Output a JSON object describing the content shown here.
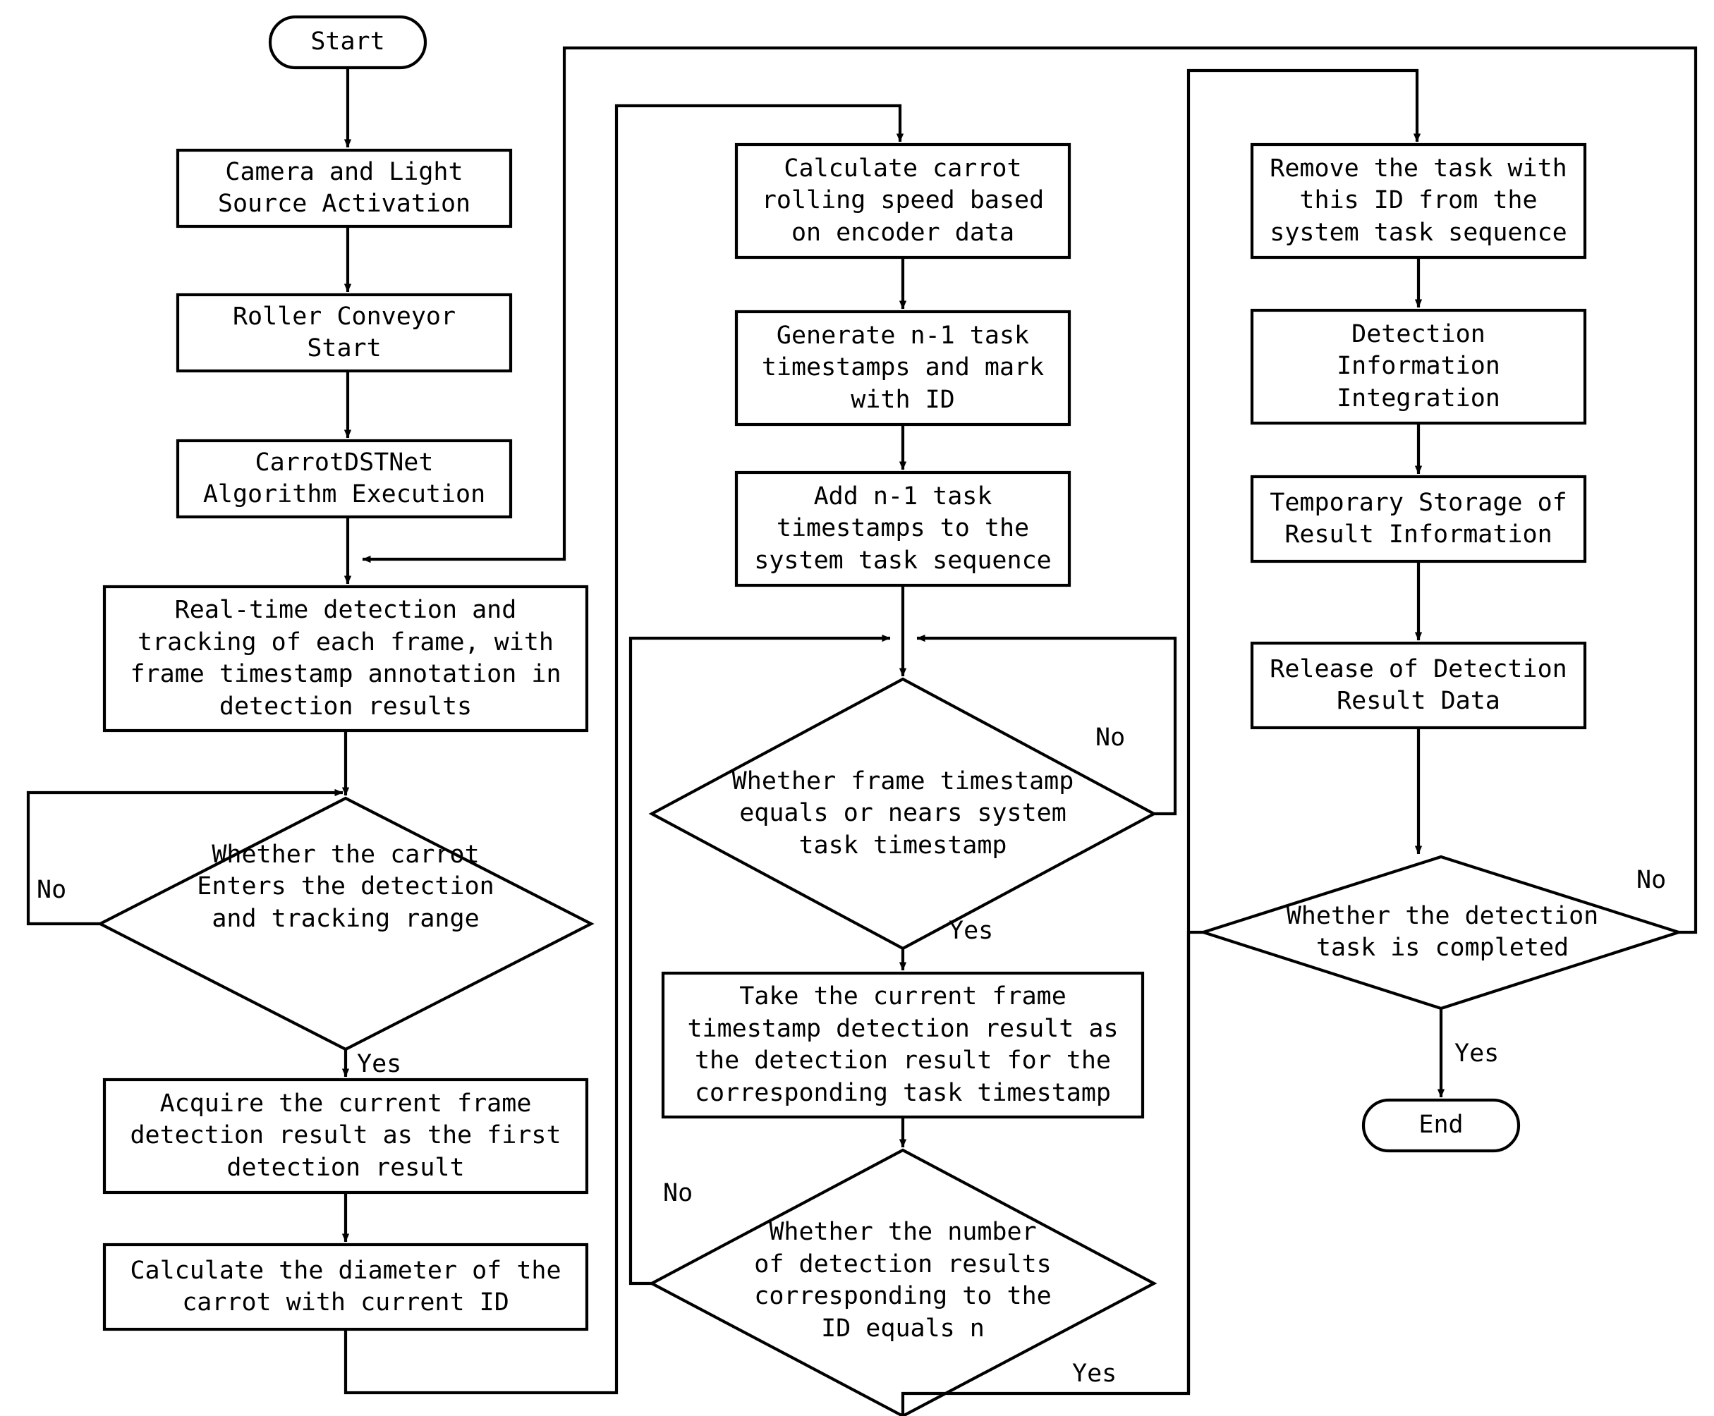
{
  "diagram": {
    "title": "Carrot detection system flowchart",
    "stroke_color": "#000000",
    "fill_color": "#ffffff",
    "background": "#ffffff"
  },
  "nodes": {
    "start": {
      "label": "Start",
      "shape": "terminator"
    },
    "end": {
      "label": "End",
      "shape": "terminator"
    },
    "camera": {
      "label": "Camera and Light\nSource Activation",
      "shape": "process"
    },
    "conveyor": {
      "label": "Roller Conveyor\nStart",
      "shape": "process"
    },
    "algorithm": {
      "label": "CarrotDSTNet\nAlgorithm Execution",
      "shape": "process"
    },
    "realtime": {
      "label": "Real-time detection and\ntracking of each frame, with\nframe timestamp annotation in\ndetection results",
      "shape": "process"
    },
    "dec_enters": {
      "label": "Whether the carrot\nEnters the detection\nand tracking range",
      "shape": "decision"
    },
    "acquire": {
      "label": "Acquire the current frame\ndetection result as the first\ndetection result",
      "shape": "process"
    },
    "diameter": {
      "label": "Calculate the diameter of the\ncarrot with current ID",
      "shape": "process"
    },
    "rolling": {
      "label": "Calculate carrot\nrolling speed based\non encoder data",
      "shape": "process"
    },
    "generate": {
      "label": "Generate n-1 task\ntimestamps and mark\nwith ID",
      "shape": "process"
    },
    "addtasks": {
      "label": "Add n-1 task\ntimestamps to the\nsystem task sequence",
      "shape": "process"
    },
    "dec_ts": {
      "label": "Whether frame timestamp\nequals or nears system\ntask timestamp",
      "shape": "decision"
    },
    "take": {
      "label": "Take the current frame\ntimestamp detection result as\nthe detection result for the\ncorresponding task timestamp",
      "shape": "process"
    },
    "dec_count": {
      "label": "Whether the number\nof detection results\ncorresponding to the\nID equals n",
      "shape": "decision"
    },
    "remove": {
      "label": "Remove the task with\nthis ID from the\nsystem task sequence",
      "shape": "process"
    },
    "integration": {
      "label": "Detection\nInformation\nIntegration",
      "shape": "process"
    },
    "storage": {
      "label": "Temporary Storage of\nResult Information",
      "shape": "process"
    },
    "release": {
      "label": "Release of Detection\nResult Data",
      "shape": "process"
    },
    "dec_done": {
      "label": "Whether the detection\ntask is completed",
      "shape": "decision"
    }
  },
  "edge_labels": {
    "enters_no": "No",
    "enters_yes": "Yes",
    "ts_no": "No",
    "ts_yes": "Yes",
    "count_no": "No",
    "count_yes": "Yes",
    "done_no": "No",
    "done_yes": "Yes"
  },
  "flow": [
    {
      "from": "start",
      "to": "camera",
      "label": ""
    },
    {
      "from": "camera",
      "to": "conveyor",
      "label": ""
    },
    {
      "from": "conveyor",
      "to": "algorithm",
      "label": ""
    },
    {
      "from": "algorithm",
      "to": "realtime",
      "label": ""
    },
    {
      "from": "realtime",
      "to": "dec_enters",
      "label": ""
    },
    {
      "from": "dec_enters",
      "to": "dec_enters",
      "label": "No"
    },
    {
      "from": "dec_enters",
      "to": "acquire",
      "label": "Yes"
    },
    {
      "from": "acquire",
      "to": "diameter",
      "label": ""
    },
    {
      "from": "diameter",
      "to": "rolling",
      "label": ""
    },
    {
      "from": "rolling",
      "to": "generate",
      "label": ""
    },
    {
      "from": "generate",
      "to": "addtasks",
      "label": ""
    },
    {
      "from": "addtasks",
      "to": "dec_ts",
      "label": ""
    },
    {
      "from": "dec_ts",
      "to": "dec_ts",
      "label": "No"
    },
    {
      "from": "dec_ts",
      "to": "take",
      "label": "Yes"
    },
    {
      "from": "take",
      "to": "dec_count",
      "label": ""
    },
    {
      "from": "dec_count",
      "to": "dec_ts",
      "label": "No"
    },
    {
      "from": "dec_count",
      "to": "remove",
      "label": "Yes"
    },
    {
      "from": "remove",
      "to": "integration",
      "label": ""
    },
    {
      "from": "integration",
      "to": "storage",
      "label": ""
    },
    {
      "from": "storage",
      "to": "release",
      "label": ""
    },
    {
      "from": "release",
      "to": "dec_done",
      "label": ""
    },
    {
      "from": "dec_done",
      "to": "realtime",
      "label": "No"
    },
    {
      "from": "dec_done",
      "to": "end",
      "label": "Yes"
    }
  ]
}
